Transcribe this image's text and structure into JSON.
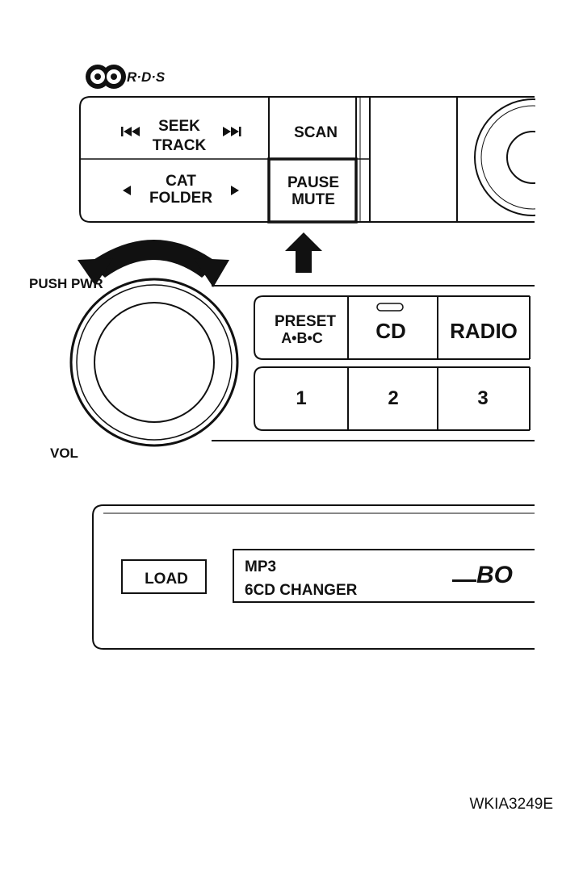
{
  "logo": {
    "rds_text": "R·D·S"
  },
  "top_panel": {
    "seek_line1": "SEEK",
    "seek_line2": "TRACK",
    "scan": "SCAN",
    "cat_line1": "CAT",
    "cat_line2": "FOLDER",
    "pause_line1": "PAUSE",
    "pause_line2": "MUTE"
  },
  "knob": {
    "push_label": "PUSH PWR",
    "vol_label": "VOL"
  },
  "buttons": {
    "preset_line1": "PRESET",
    "preset_line2": "A•B•C",
    "cd": "CD",
    "radio": "RADIO",
    "preset_1": "1",
    "preset_2": "2",
    "preset_3": "3"
  },
  "lower_panel": {
    "load": "LOAD",
    "display_line1": "MP3",
    "display_line2": "6CD CHANGER",
    "brand": "BO"
  },
  "figure_id": "WKIA3249E",
  "icons": {
    "seek_back": "skip-back-icon",
    "seek_forward": "skip-forward-icon",
    "cat_left": "triangle-left-icon",
    "cat_right": "triangle-right-icon",
    "indicator_arrow": "up-arrow-icon",
    "rotate": "rotate-arrow-icon"
  }
}
